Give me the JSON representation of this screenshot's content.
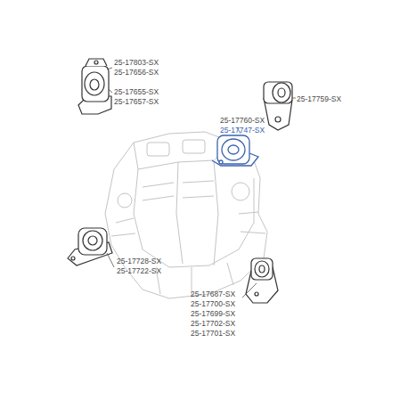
{
  "diagram": {
    "labels": [
      "25-17803-SX",
      "25-17656-SX",
      "25-17655-SX",
      "25-17657-SX",
      "25-17759-SX",
      "25-17760-SX",
      "25-17747-SX",
      "25-17728-SX",
      "25-17722-SX",
      "25-17687-SX",
      "25-17700-SX",
      "25-17699-SX",
      "25-17702-SX",
      "25-17701-SX"
    ]
  }
}
